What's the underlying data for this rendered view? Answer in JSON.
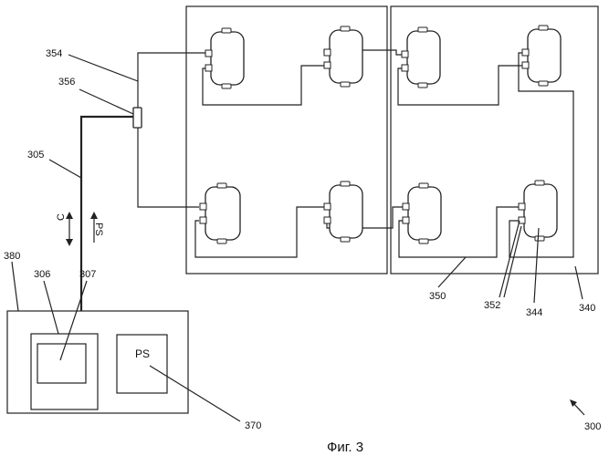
{
  "labels": {
    "ref_300": "300",
    "ref_305": "305",
    "ref_306": "306",
    "ref_307": "307",
    "ref_340": "340",
    "ref_344": "344",
    "ref_350": "350",
    "ref_352": "352",
    "ref_354": "354",
    "ref_356": "356",
    "ref_370": "370",
    "ref_380": "380",
    "arrow_c": "C",
    "arrow_ps": "PS",
    "ps_box": "PS"
  },
  "caption": "Фиг. 3"
}
